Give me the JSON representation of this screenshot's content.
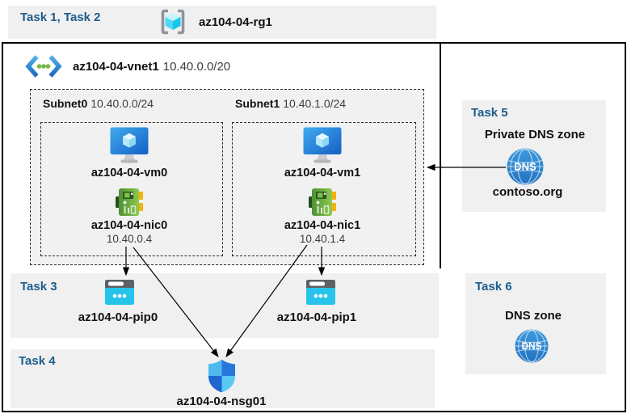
{
  "colors": {
    "task_label": "#1b5c8e",
    "band_background": "#f0f0f0",
    "frame_border": "#000000",
    "vm_blue": "#2b8de3",
    "nic_green": "#6ab04a",
    "pip_cyan": "#26c3ea",
    "nsg_blue": "#2b7de0",
    "dns_blue": "#2e84d0",
    "rg_cyan": "#50e6ff",
    "vnet_blue": "#2a86d4"
  },
  "header": {
    "task_label": "Task 1, Task 2",
    "resource_group_name": "az104-04-rg1"
  },
  "vnet": {
    "name": "az104-04-vnet1",
    "cidr": "10.40.0.0/20"
  },
  "subnets": [
    {
      "name": "Subnet0",
      "cidr": "10.40.0.0/24",
      "vm_name": "az104-04-vm0",
      "nic_name": "az104-04-nic0",
      "nic_ip": "10.40.0.4"
    },
    {
      "name": "Subnet1",
      "cidr": "10.40.1.0/24",
      "vm_name": "az104-04-vm1",
      "nic_name": "az104-04-nic1",
      "nic_ip": "10.40.1.4"
    }
  ],
  "task3": {
    "label": "Task 3",
    "pip_names": [
      "az104-04-pip0",
      "az104-04-pip1"
    ]
  },
  "task4": {
    "label": "Task 4",
    "nsg_name": "az104-04-nsg01"
  },
  "task5": {
    "label": "Task 5",
    "title": "Private DNS zone",
    "zone_name": "contoso.org"
  },
  "task6": {
    "label": "Task 6",
    "title": "DNS zone"
  },
  "dns_icon_text": "DNS"
}
